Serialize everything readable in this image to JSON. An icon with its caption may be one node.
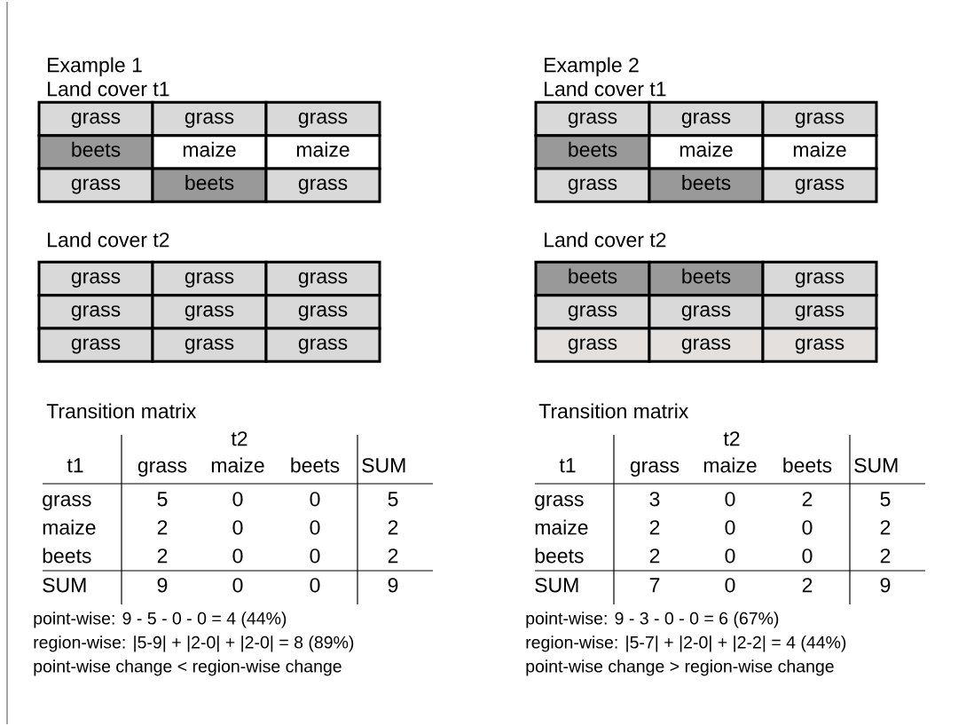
{
  "diagram": {
    "nodes": [
      {
        "text": [
          "grass"
        ]
      },
      {
        "text": [
          "grass"
        ]
      },
      {
        "text": [
          "grass"
        ]
      },
      {
        "text": [
          "beets"
        ]
      },
      {
        "text": [
          "maize"
        ]
      },
      {
        "text": [
          "maize"
        ]
      },
      {
        "text": [
          "grass"
        ]
      },
      {
        "text": [
          "beets"
        ]
      },
      {
        "text": [
          "grass"
        ]
      },
      {
        "text": [
          "grass"
        ]
      },
      {
        "text": [
          "grass"
        ]
      },
      {
        "text": [
          "grass"
        ]
      },
      {
        "text": [
          "grass"
        ]
      },
      {
        "text": [
          "grass"
        ]
      },
      {
        "text": [
          "grass"
        ]
      },
      {
        "text": [
          "grass"
        ]
      },
      {
        "text": [
          "grass"
        ]
      },
      {
        "text": [
          "grass"
        ]
      },
      {
        "text": [
          "grass"
        ]
      },
      {
        "text": [
          "grass"
        ]
      },
      {
        "text": [
          "grass"
        ]
      },
      {
        "text": [
          "beets"
        ]
      },
      {
        "text": [
          "maize"
        ]
      },
      {
        "text": [
          "maize"
        ]
      },
      {
        "text": [
          "grass"
        ]
      },
      {
        "text": [
          "beets"
        ]
      },
      {
        "text": [
          "grass"
        ]
      },
      {
        "text": [
          "beets"
        ]
      },
      {
        "text": [
          "beets"
        ]
      },
      {
        "text": [
          "grass"
        ]
      },
      {
        "text": [
          "grass"
        ]
      },
      {
        "text": [
          "grass"
        ]
      },
      {
        "text": [
          "grass"
        ]
      },
      {
        "text": [
          "grass"
        ]
      },
      {
        "text": [
          "grass"
        ]
      },
      {
        "text": [
          "grass"
        ]
      }
    ],
    "labels": [
      "Example 1",
      "Land cover t1",
      "Land cover t2",
      "Transition matrix",
      "t2",
      "t1",
      "grass",
      "maize",
      "beets",
      "SUM",
      "grass",
      "5",
      "0",
      "0",
      "5",
      "maize",
      "2",
      "0",
      "0",
      "2",
      "beets",
      "2",
      "0",
      "0",
      "2",
      "SUM",
      "9",
      "0",
      "0",
      "9",
      "point-wise: 9 - 5 - 0 - 0 = 4 (44%)",
      "region-wise: |5-9| + |2-0| + |2-0| = 8 (89%)",
      "point-wise change < region-wise change",
      "Example 2",
      "Land cover t1",
      "Land cover t2",
      "Transition matrix",
      "t2",
      "t1",
      "grass",
      "maize",
      "beets",
      "SUM",
      "grass",
      "3",
      "0",
      "2",
      "5",
      "maize",
      "2",
      "0",
      "0",
      "2",
      "beets",
      "2",
      "0",
      "0",
      "2",
      "SUM",
      "7",
      "0",
      "2",
      "9",
      "point-wise: 9 - 3 - 0 - 0 = 6 (67%)",
      "region-wise: |5-7| + |2-0| + |2-2| = 4 (44%)",
      "point-wise change > region-wise change"
    ]
  }
}
